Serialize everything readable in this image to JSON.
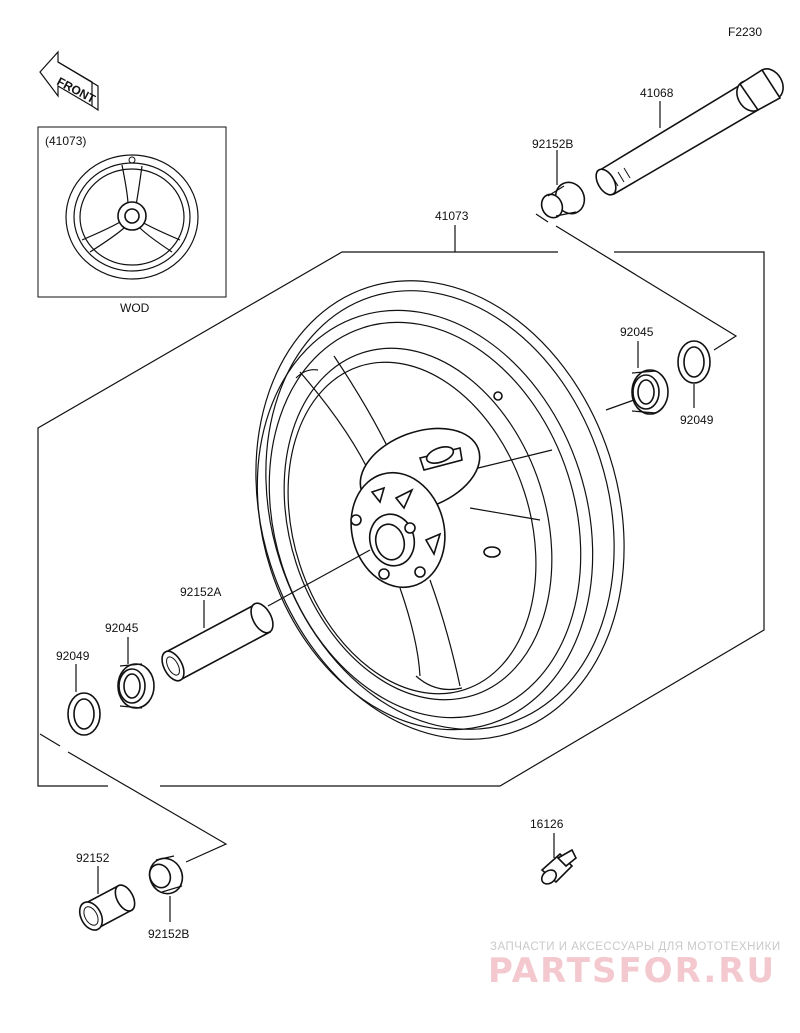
{
  "diagram_code": "F2230",
  "front_label": "FRONT",
  "inset": {
    "ref": "(41073)",
    "caption": "WOD"
  },
  "parts": {
    "axle": "41068",
    "collar_top": "92152B",
    "wheel": "41073",
    "bearing_right": "92045",
    "seal_right": "92049",
    "spacer": "92152A",
    "bearing_left": "92045",
    "seal_left": "92049",
    "valve": "16126",
    "collar_bottom_left": "92152",
    "collar_bottom_right": "92152B"
  },
  "watermark": {
    "tagline": "ЗАПЧАСТИ И АКСЕССУАРЫ ДЛЯ МОТОТЕХНИКИ",
    "logo": "PARTSFOR.RU"
  },
  "colors": {
    "line": "#111111",
    "watermark_text": "#c9c9c9",
    "watermark_logo": "#f3c9cf"
  }
}
